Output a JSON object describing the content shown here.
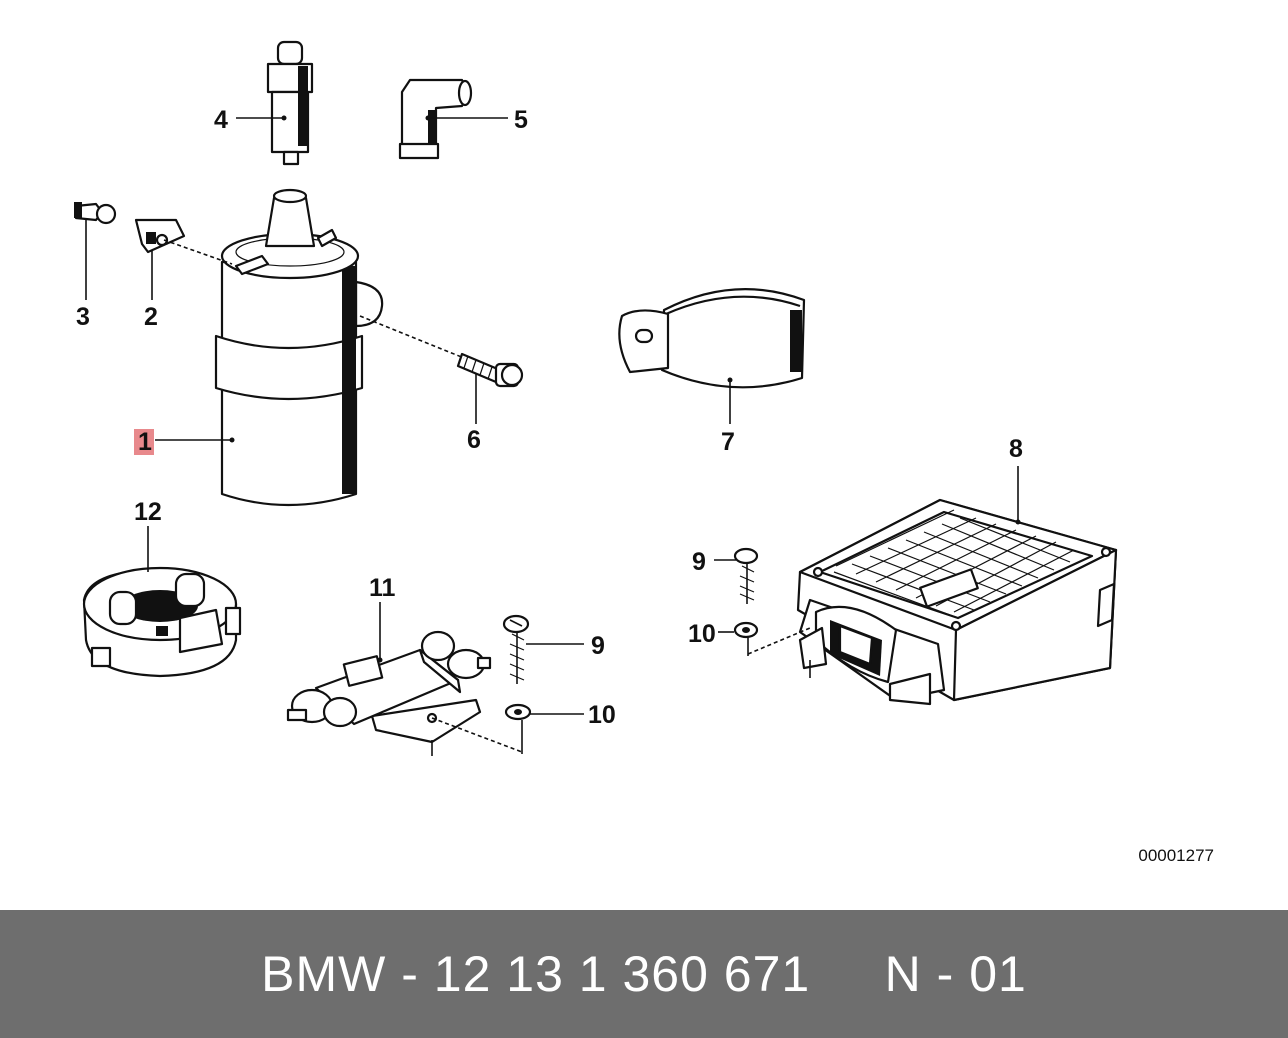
{
  "diagram": {
    "callouts": {
      "c1": "1",
      "c2": "2",
      "c3": "3",
      "c4": "4",
      "c5": "5",
      "c6": "6",
      "c7": "7",
      "c8": "8",
      "c9a": "9",
      "c9b": "9",
      "c10a": "10",
      "c10b": "10",
      "c11": "11",
      "c12": "12"
    },
    "highlighted_callout": "1",
    "highlight_color": "#e8898c",
    "reference_code": "00001277"
  },
  "footer": {
    "text": "BMW - 12 13 1 360 671     N - 01",
    "background": "#6e6e6e"
  }
}
